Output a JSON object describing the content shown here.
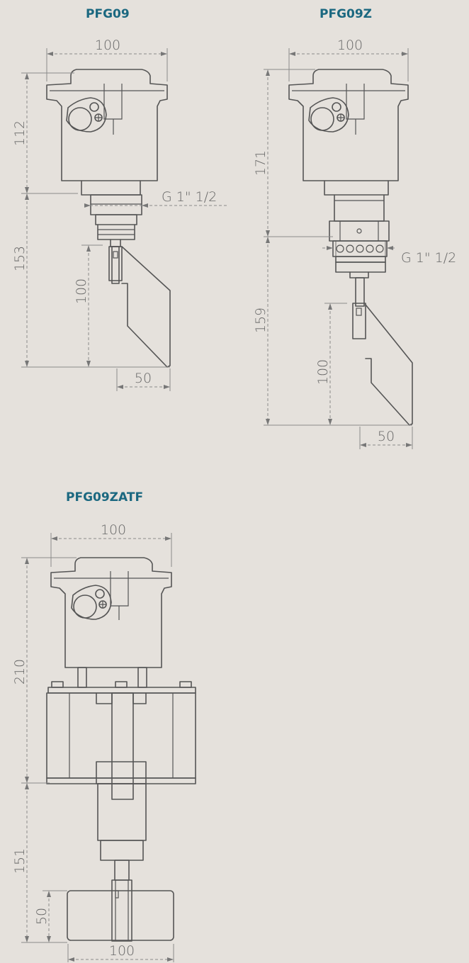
{
  "models": [
    {
      "title": "PFG09",
      "width_dim": "100",
      "housing_height_dim": "112",
      "probe_length_dim": "153",
      "paddle_height_dim": "100",
      "paddle_width_dim": "50",
      "thread_label": "G 1\" 1/2"
    },
    {
      "title": "PFG09Z",
      "width_dim": "100",
      "housing_height_dim": "171",
      "probe_length_dim": "159",
      "paddle_height_dim": "100",
      "paddle_width_dim": "50",
      "thread_label": "G 1\" 1/2"
    },
    {
      "title": "PFG09ZATF",
      "width_dim": "100",
      "housing_height_dim": "210",
      "probe_length_dim": "151",
      "paddle_height_dim": "50",
      "paddle_width_dim": "100"
    }
  ],
  "colors": {
    "background": "#e5e1dc",
    "title": "#1b6880",
    "outline": "#555555",
    "dimension": "#8a8a8a"
  }
}
